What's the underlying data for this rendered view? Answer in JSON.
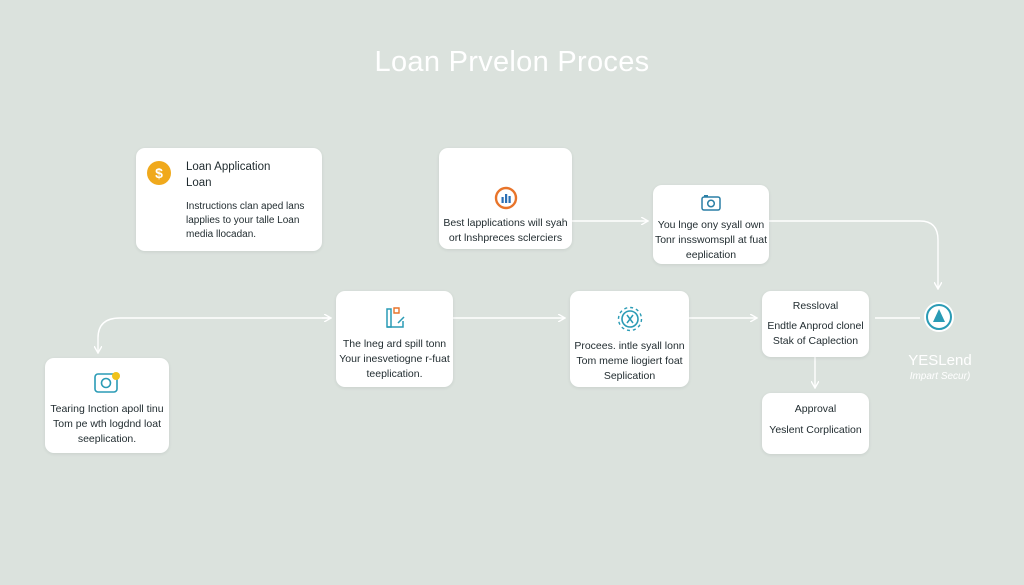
{
  "title": "Loan Prvelon Proces",
  "colors": {
    "background": "#dbe2dd",
    "accent_orange": "#f0a91c",
    "accent_teal": "#2a9bb5",
    "connector": "#ffffff"
  },
  "nodes": {
    "loan_application": {
      "icon": "dollar-coin-icon",
      "title": "Loan Application",
      "subtitle": "Loan",
      "lines": [
        "Instructions clan aped lans",
        "lapplies to your talle Loan",
        "media llocadan."
      ]
    },
    "best_applications": {
      "icon": "bar-chart-icon",
      "lines": [
        "Best lapplications will syah",
        "ort lnshpreces sclerciers"
      ]
    },
    "you_inge": {
      "icon": "camera-icon",
      "lines": [
        "You lnge ony syall own",
        "Tonr insswomspll at fuat",
        "eeplication"
      ]
    },
    "the_inge": {
      "icon": "document-pen-icon",
      "lines": [
        "The lneg ard spill tonn",
        "Your inesvetiogne r-fuat",
        "teeplication."
      ]
    },
    "proceess": {
      "icon": "gear-icon",
      "lines": [
        "Procees. intle syall lonn",
        "Tom meme liogiert foat",
        "Seplication"
      ]
    },
    "ressloval": {
      "lines": [
        "Ressloval",
        "Endtle Anprod clonel",
        "Stak of Caplection"
      ]
    },
    "approval": {
      "lines": [
        "Approval",
        "Yeslent Corplication"
      ]
    },
    "training": {
      "icon": "camera-settings-icon",
      "lines": [
        "Tearing Inction apoll tinu",
        "Tom pe wth logdnd loat",
        "seeplication."
      ]
    }
  },
  "brand": {
    "icon": "water-drop-icon",
    "name": "YESLend",
    "tagline": "Impart Secur)"
  }
}
